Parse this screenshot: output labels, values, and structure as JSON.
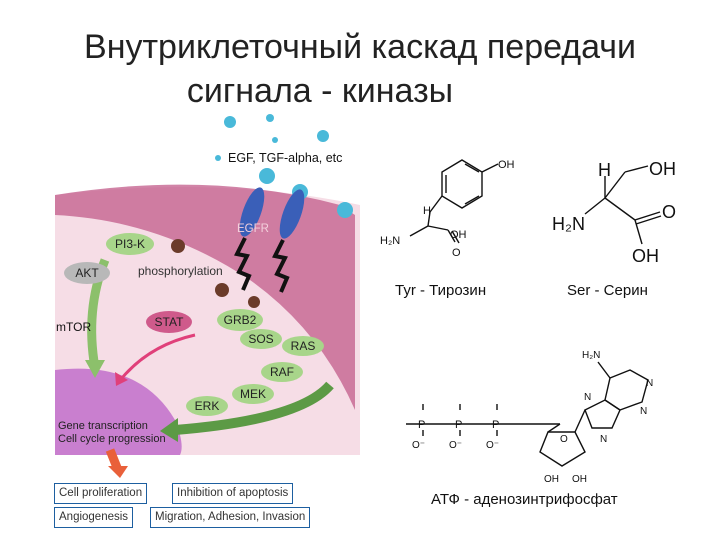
{
  "title": {
    "line1": "Внутриклеточный каскад передачи",
    "line2": "сигнала - киназы"
  },
  "pathway": {
    "ligand_label": "EGF, TGF-alpha, etc",
    "receptor_label": "EGFR",
    "phosphorylation_label": "phosphorylation",
    "nucleus_label_1": "Gene transcription",
    "nucleus_label_2": "Cell cycle progression",
    "nodes": {
      "pi3k": "PI3-K",
      "akt": "AKT",
      "mtor": "mTOR",
      "stat": "STAT",
      "grb2": "GRB2",
      "sos": "SOS",
      "ras": "RAS",
      "raf": "RAF",
      "mek": "MEK",
      "erk": "ERK"
    },
    "outcomes": [
      "Cell proliferation",
      "Inhibition of apoptosis",
      "Angiogenesis",
      "Migration, Adhesion, Invasion"
    ]
  },
  "structures": {
    "tyr_caption": "Tyr - Тирозин",
    "ser_caption": "Ser - Серин",
    "atp_caption": "АТФ - аденозинтрифосфат",
    "labels": {
      "oh": "OH",
      "h": "H",
      "h2n": "H₂N",
      "o": "O",
      "nh2": "H₂N",
      "n": "N",
      "p": "P",
      "ominus": "O⁻"
    }
  },
  "colors": {
    "membrane": "#c25b8a",
    "cytoplasm": "#f4d7e1",
    "nucleus": "#c97fcf",
    "node_green": "#a8d58a",
    "receptor": "#3a5fb8",
    "arrow_green": "#5c9a45",
    "arrow_pink": "#e0407a",
    "box_border": "#1d5fa0"
  }
}
